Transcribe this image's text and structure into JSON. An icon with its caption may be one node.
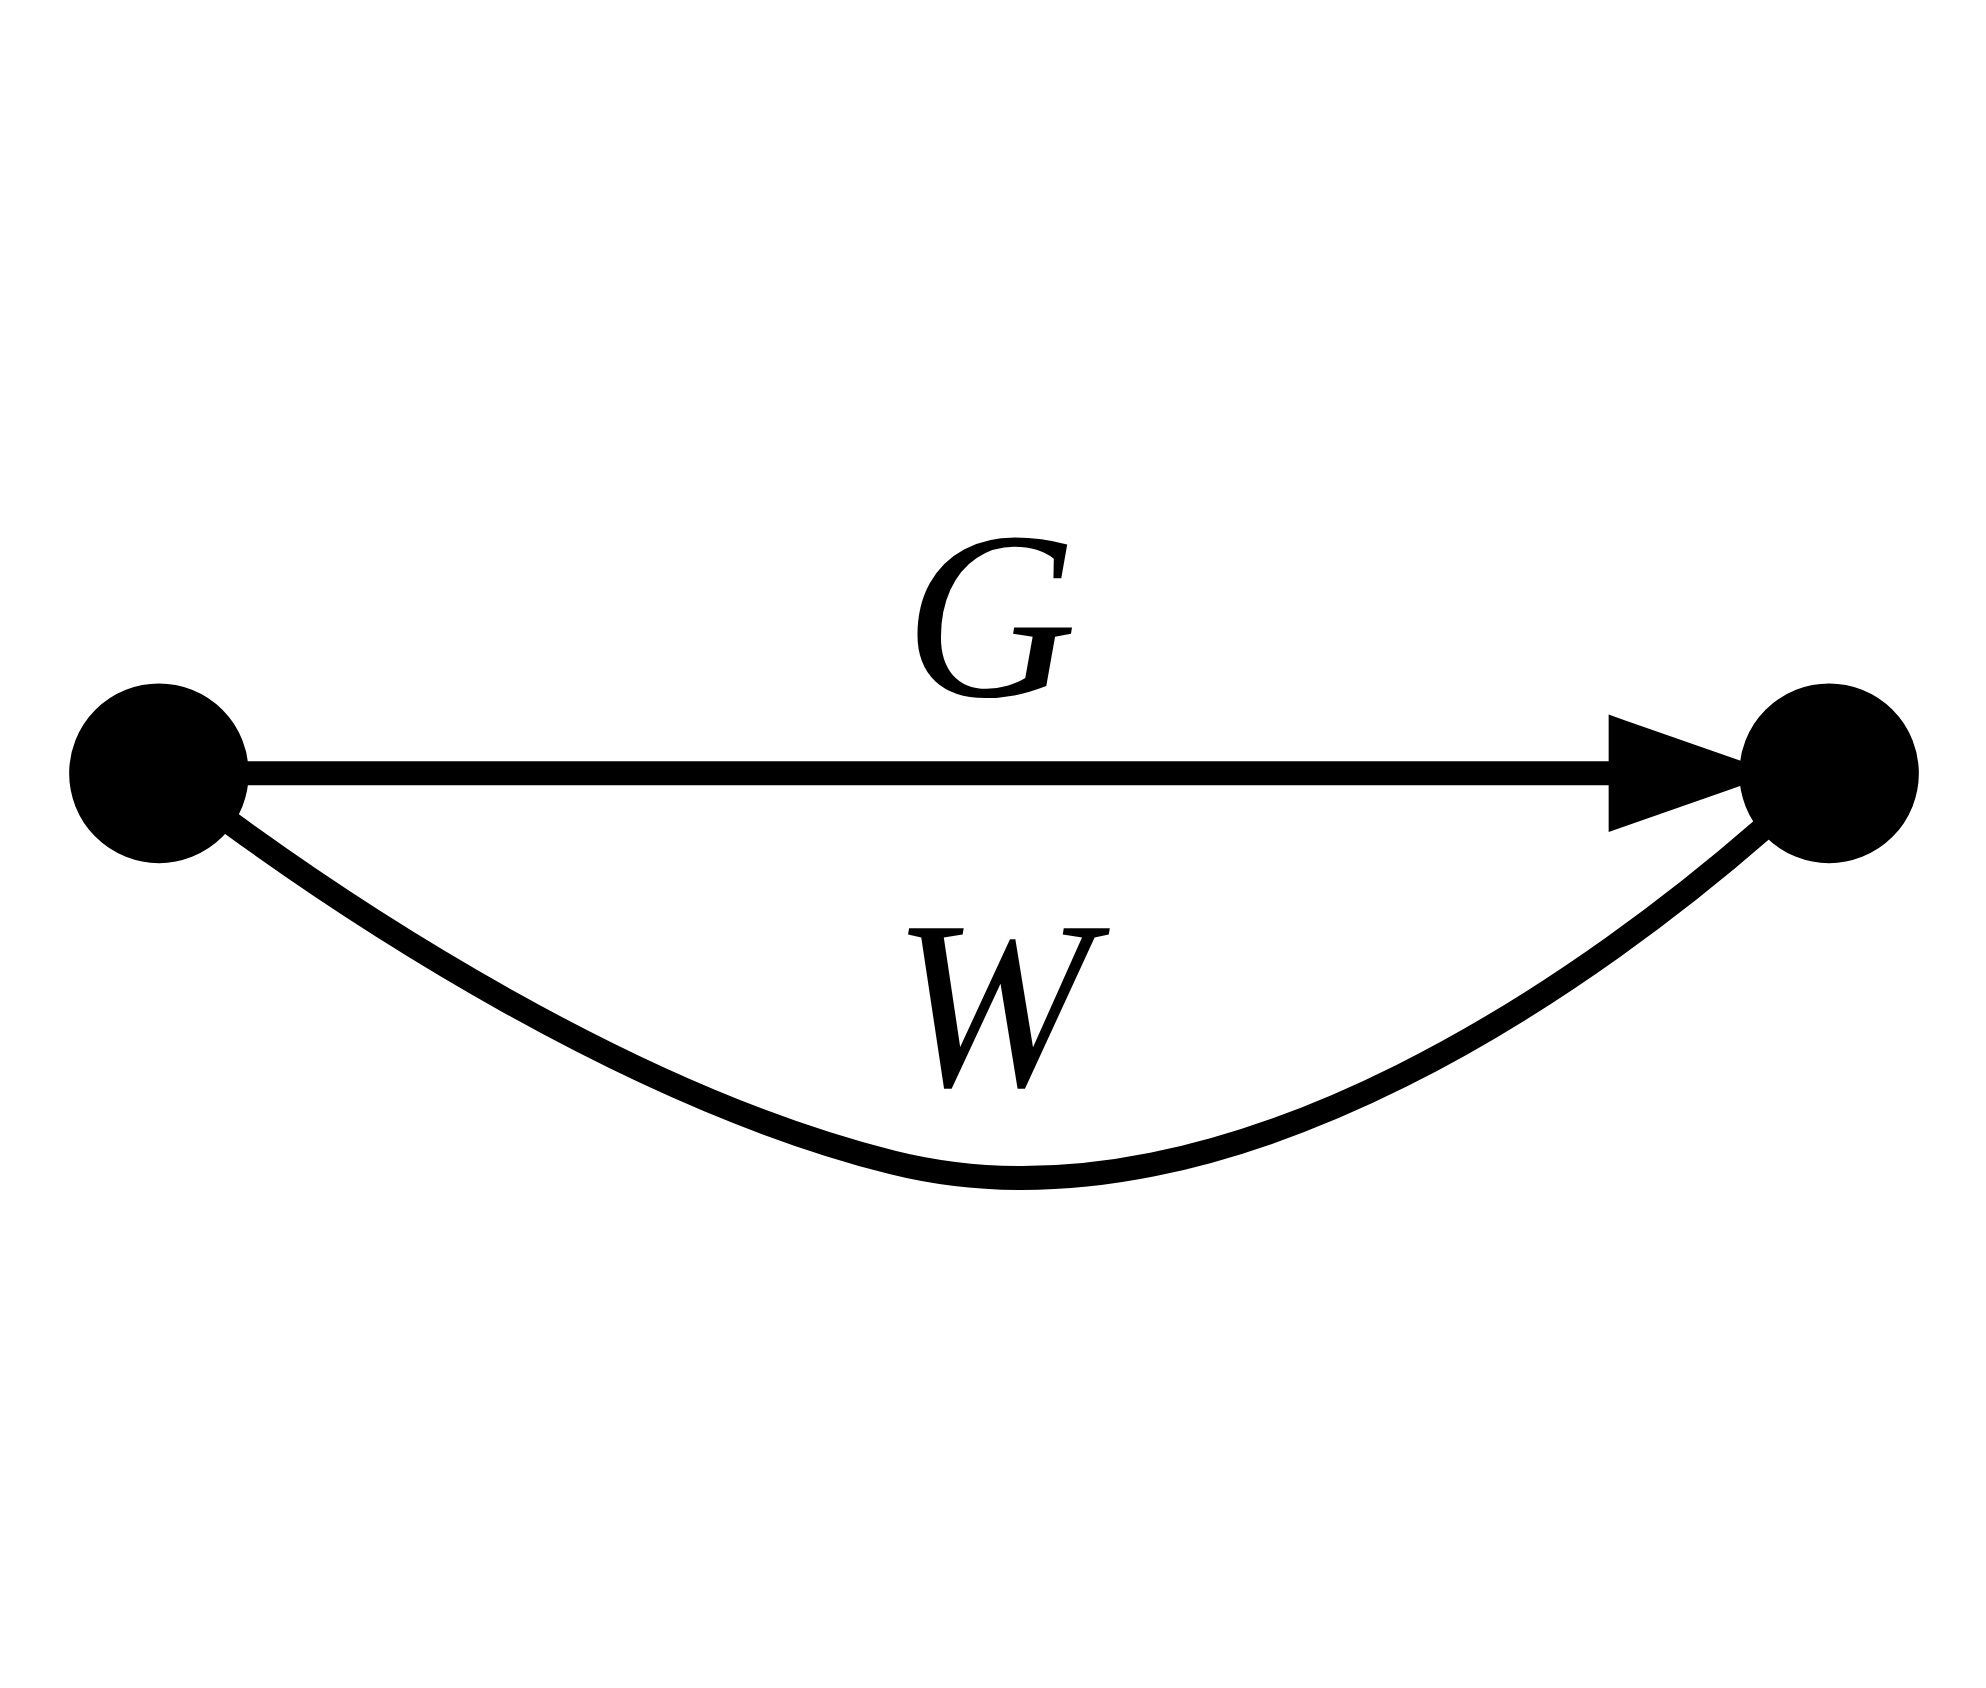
{
  "diagram": {
    "nodes": [
      {
        "text": [],
        "shape": "circle"
      },
      {
        "text": [],
        "shape": "circle"
      }
    ],
    "edges": [
      {
        "from": 0,
        "to": 1,
        "arrow": "to",
        "label": "G"
      },
      {
        "from": 0,
        "to": 1,
        "arrow": "none",
        "label": "W"
      }
    ]
  }
}
